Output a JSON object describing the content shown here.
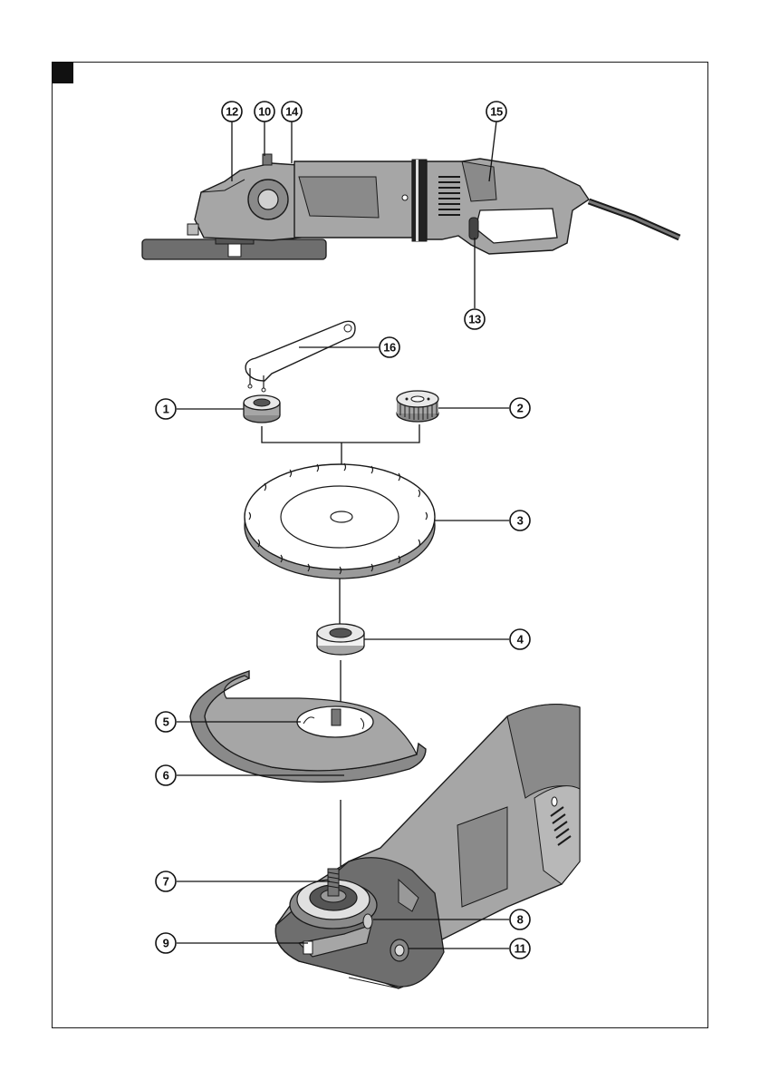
{
  "figure_label": "",
  "callouts": {
    "c1": "1",
    "c2": "2",
    "c3": "3",
    "c4": "4",
    "c5": "5",
    "c6": "6",
    "c7": "7",
    "c8": "8",
    "c9": "9",
    "c10": "10",
    "c11": "11",
    "c12": "12",
    "c13": "13",
    "c14": "14",
    "c15": "15",
    "c16": "16"
  },
  "colors": {
    "tool_body": "#a6a6a6",
    "tool_dark": "#6e6e6e",
    "outline": "#1a1a1a",
    "fill_light": "#e8e8e8"
  }
}
